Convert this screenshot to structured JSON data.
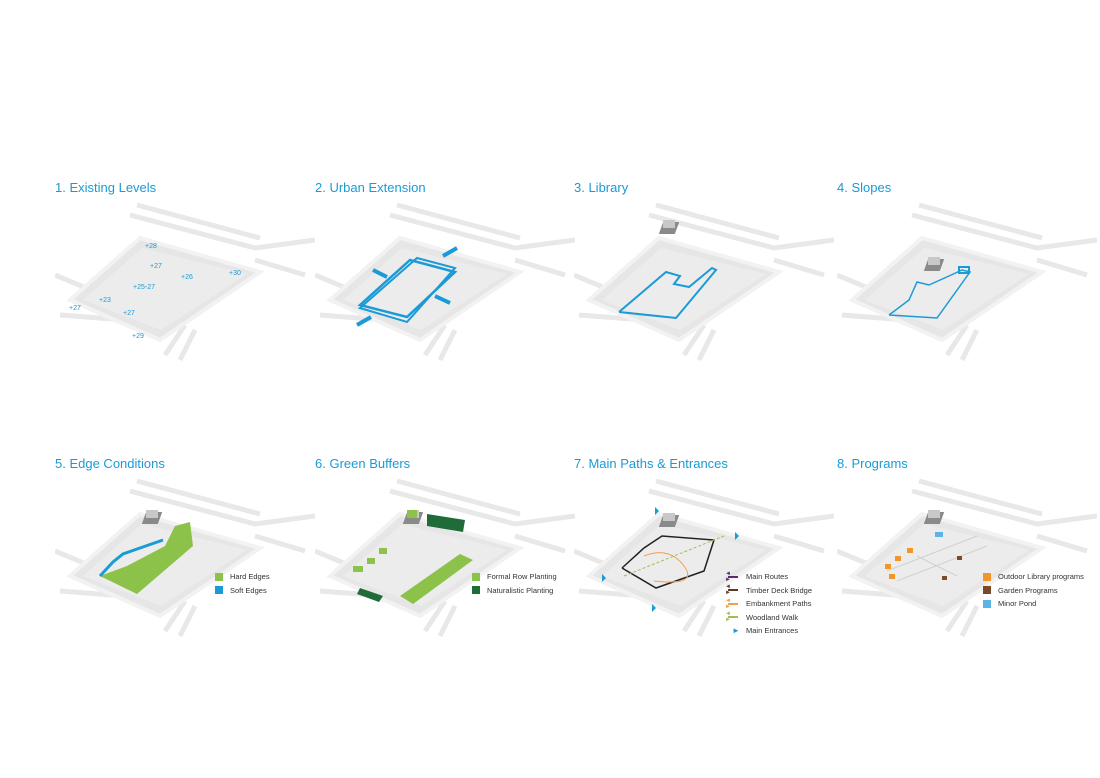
{
  "panels": [
    {
      "title": "1. Existing Levels",
      "levels": [
        "+28",
        "+27",
        "+26",
        "+30",
        "+25-27",
        "+23",
        "+27",
        "+27",
        "+29"
      ]
    },
    {
      "title": "2. Urban Extension"
    },
    {
      "title": "3. Library"
    },
    {
      "title": "4. Slopes"
    },
    {
      "title": "5. Edge Conditions",
      "legend": [
        {
          "label": "Hard Edges",
          "color": "#8cc14a"
        },
        {
          "label": "Soft Edges",
          "color": "#1a9ad6"
        }
      ]
    },
    {
      "title": "6. Green Buffers",
      "legend": [
        {
          "label": "Formal Row Planting",
          "color": "#8cc14a"
        },
        {
          "label": "Naturalistic Planting",
          "color": "#1f6b3a"
        }
      ]
    },
    {
      "title": "7. Main Paths & Entrances",
      "legend": [
        {
          "label": "Main Routes",
          "color": "#5b2a6e"
        },
        {
          "label": "Timber Deck Bridge",
          "color": "#5a3a22"
        },
        {
          "label": "Embankment Paths",
          "color": "#f0a050"
        },
        {
          "label": "Woodland Walk",
          "color": "#9fc050"
        },
        {
          "label": "Main Entrances",
          "color": "#1a9ad6"
        }
      ]
    },
    {
      "title": "8. Programs",
      "legend": [
        {
          "label": "Outdoor Library programs",
          "color": "#f0962a"
        },
        {
          "label": "Garden Programs",
          "color": "#7a4a28"
        },
        {
          "label": "Minor Pond",
          "color": "#5ab4e6"
        }
      ]
    }
  ],
  "colors": {
    "accent": "#1a9ad6",
    "site": "#e6e6e6",
    "road": "#eeeeee"
  }
}
